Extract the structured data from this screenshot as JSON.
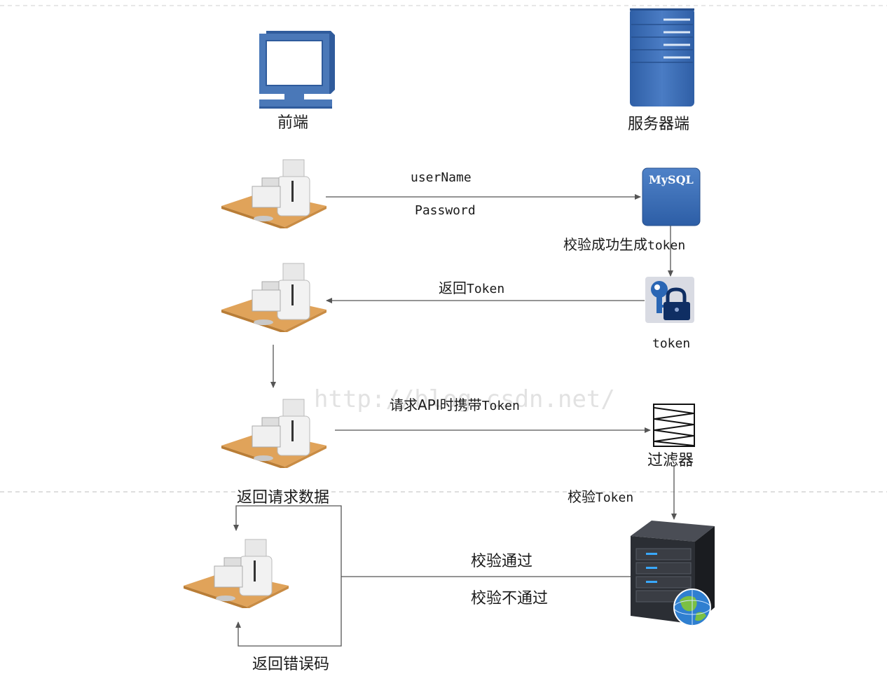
{
  "watermark": "http://blog.csdn.net/",
  "nodes": {
    "frontend_label": "前端",
    "server_label": "服务器端",
    "mysql_label": "MySQL",
    "token_label": "token",
    "filter_label": "过滤器"
  },
  "edges": {
    "username": "userName",
    "password": "Password",
    "verify_generate_prefix": "校验成功生成",
    "verify_generate_suffix": "token",
    "return_token_prefix": "返回",
    "return_token_suffix": "Token",
    "request_prefix": "请求API时携带",
    "request_suffix": "Token",
    "return_data": "返回请求数据",
    "verify_token_prefix": "校验",
    "verify_token_suffix": "Token",
    "verify_pass": "校验通过",
    "verify_fail": "校验不通过",
    "return_error": "返回错误码"
  },
  "colors": {
    "monitor_blue": "#4a78b8",
    "server_blue": "#3f6fb5",
    "mysql_blue": "#3c6eb4",
    "desk_orange": "#e0a35a",
    "arrow": "#555555",
    "dashed": "#bdbdbd"
  },
  "icons": [
    "monitor-icon",
    "server-rack-icon",
    "workstation-icon",
    "mysql-icon",
    "key-lock-icon",
    "filter-icon",
    "web-server-icon"
  ]
}
